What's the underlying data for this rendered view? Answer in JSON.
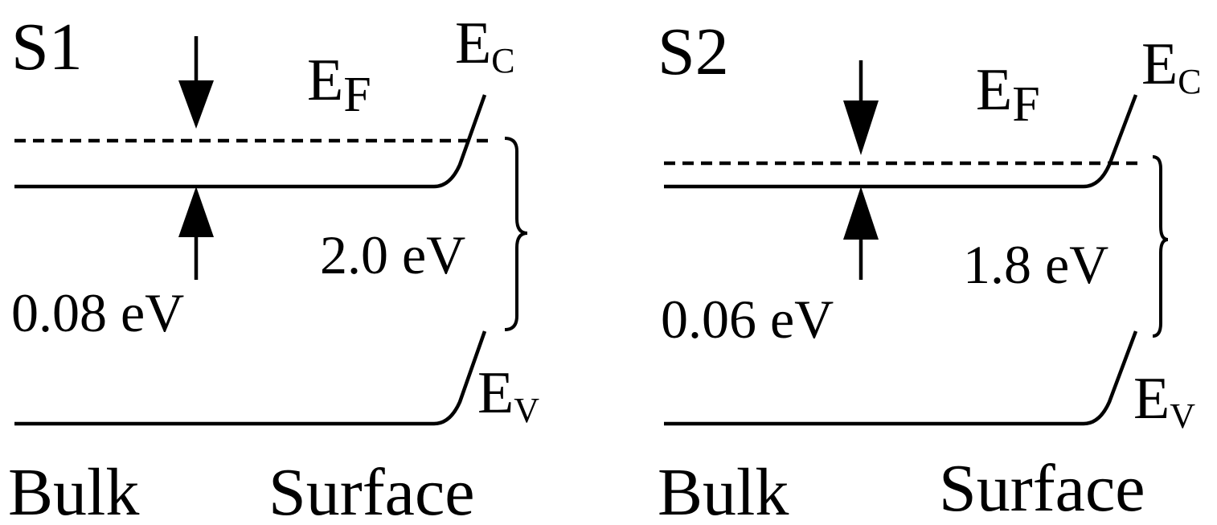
{
  "panels": [
    {
      "id": "S1",
      "title": "S1",
      "fermi_label": "E",
      "fermi_sub": "F",
      "cb_label": "E",
      "cb_sub": "C",
      "vb_label": "E",
      "vb_sub": "V",
      "offset_label": "0.08 eV",
      "gap_label": "2.0 eV",
      "bulk_label": "Bulk",
      "surface_label": "Surface"
    },
    {
      "id": "S2",
      "title": "S2",
      "fermi_label": "E",
      "fermi_sub": "F",
      "cb_label": "E",
      "cb_sub": "C",
      "vb_label": "E",
      "vb_sub": "V",
      "offset_label": "0.06 eV",
      "gap_label": "1.8 eV",
      "bulk_label": "Bulk",
      "surface_label": "Surface"
    }
  ]
}
